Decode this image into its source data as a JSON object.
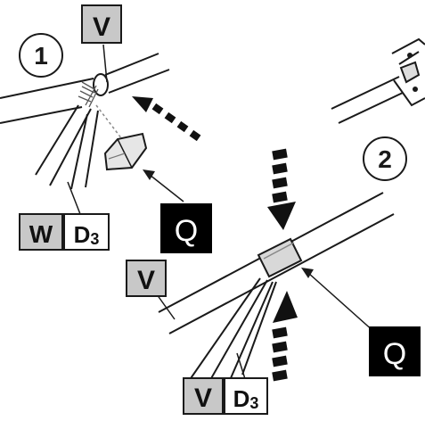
{
  "steps": {
    "step1": "1",
    "step2": "2"
  },
  "labels": {
    "v_top": "V",
    "w_left": "W",
    "d_left": "D3",
    "q_top": "Q",
    "v_mid": "V",
    "q_bottom": "Q",
    "v_bottom": "V",
    "d_bottom": "D3"
  },
  "colors": {
    "gray_box": "#c8c8c8",
    "black_box": "#000000",
    "line": "#1a1a1a"
  }
}
